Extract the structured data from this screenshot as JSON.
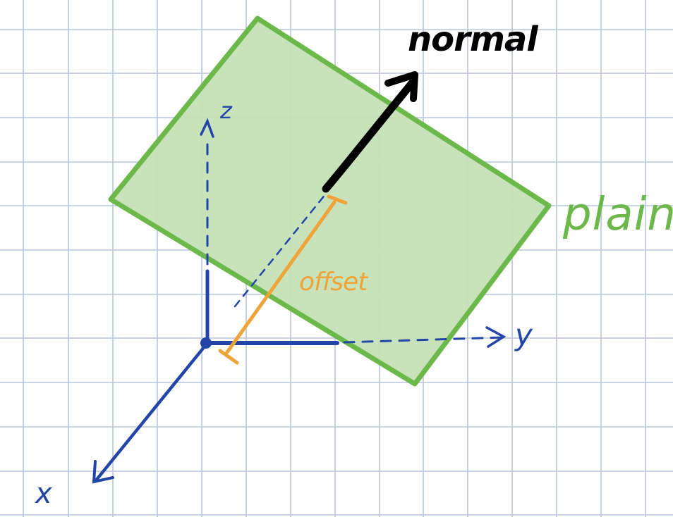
{
  "labels": {
    "normal": "normal",
    "plane": "plain",
    "offset": "offset",
    "z_axis": "z",
    "y_axis": "y",
    "x_axis": "x"
  },
  "colors": {
    "grid": "#b8c6dc",
    "plane_fill": "#c5e2b6",
    "plane_stroke": "#6cb84a",
    "axis": "#2445a8",
    "offset": "#efa43a",
    "normal": "#000000",
    "background": "#ffffff"
  },
  "icons": {
    "z_axis_arrow": "arrow-up-icon",
    "y_axis_arrow": "arrow-right-icon",
    "x_axis_arrow": "arrow-down-left-icon",
    "normal_arrow": "arrow-up-right-icon"
  }
}
